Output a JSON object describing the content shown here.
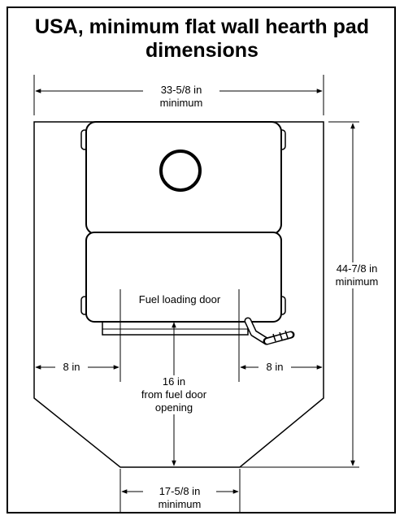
{
  "title": "USA, minimum flat wall hearth pad dimensions",
  "dimensions": {
    "top_width": {
      "value": "33-5/8 in",
      "note": "minimum"
    },
    "height": {
      "value": "44-7/8 in",
      "note": "minimum"
    },
    "left_side": {
      "value": "8 in"
    },
    "right_side": {
      "value": "8 in"
    },
    "front": {
      "value": "16 in",
      "note_line1": "from fuel door",
      "note_line2": "opening"
    },
    "bottom_width": {
      "value": "17-5/8 in",
      "note": "minimum"
    }
  },
  "labels": {
    "fuel_door": "Fuel loading door"
  }
}
